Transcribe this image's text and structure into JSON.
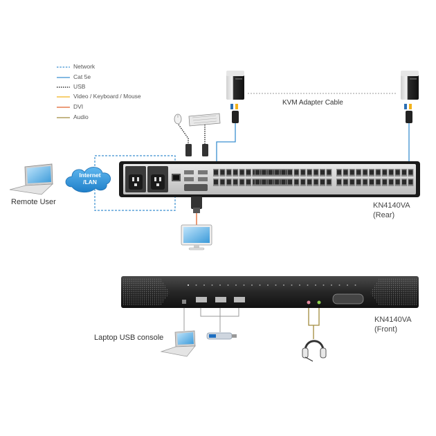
{
  "legend": [
    {
      "label": "Network",
      "color": "#3a8fd0",
      "style": "dashed"
    },
    {
      "label": "Cat 5e",
      "color": "#3a8fd0",
      "style": "solid"
    },
    {
      "label": "USB",
      "color": "#333333",
      "style": "dotted"
    },
    {
      "label": "Video / Keyboard / Mouse",
      "color": "#f2b21b",
      "style": "solid"
    },
    {
      "label": "DVI",
      "color": "#e0622a",
      "style": "solid"
    },
    {
      "label": "Audio",
      "color": "#a08a3c",
      "style": "solid"
    }
  ],
  "labels": {
    "internet": "Internet",
    "lan": "/LAN",
    "remote_user": "Remote User",
    "kvm_cable": "KVM Adapter Cable",
    "rear_model": "KN4140VA",
    "rear_side": "(Rear)",
    "front_model": "KN4140VA",
    "front_side": "(Front)",
    "laptop_usb": "Laptop USB console"
  },
  "icons": {
    "server_left": "server-tower-icon",
    "server_right": "server-tower-icon",
    "monitor": "monitor-icon",
    "laptop": "laptop-icon",
    "mouse": "mouse-icon",
    "keyboard": "keyboard-icon",
    "headset": "headset-icon",
    "usb_stick": "usb-drive-icon",
    "cloud": "cloud-icon"
  }
}
